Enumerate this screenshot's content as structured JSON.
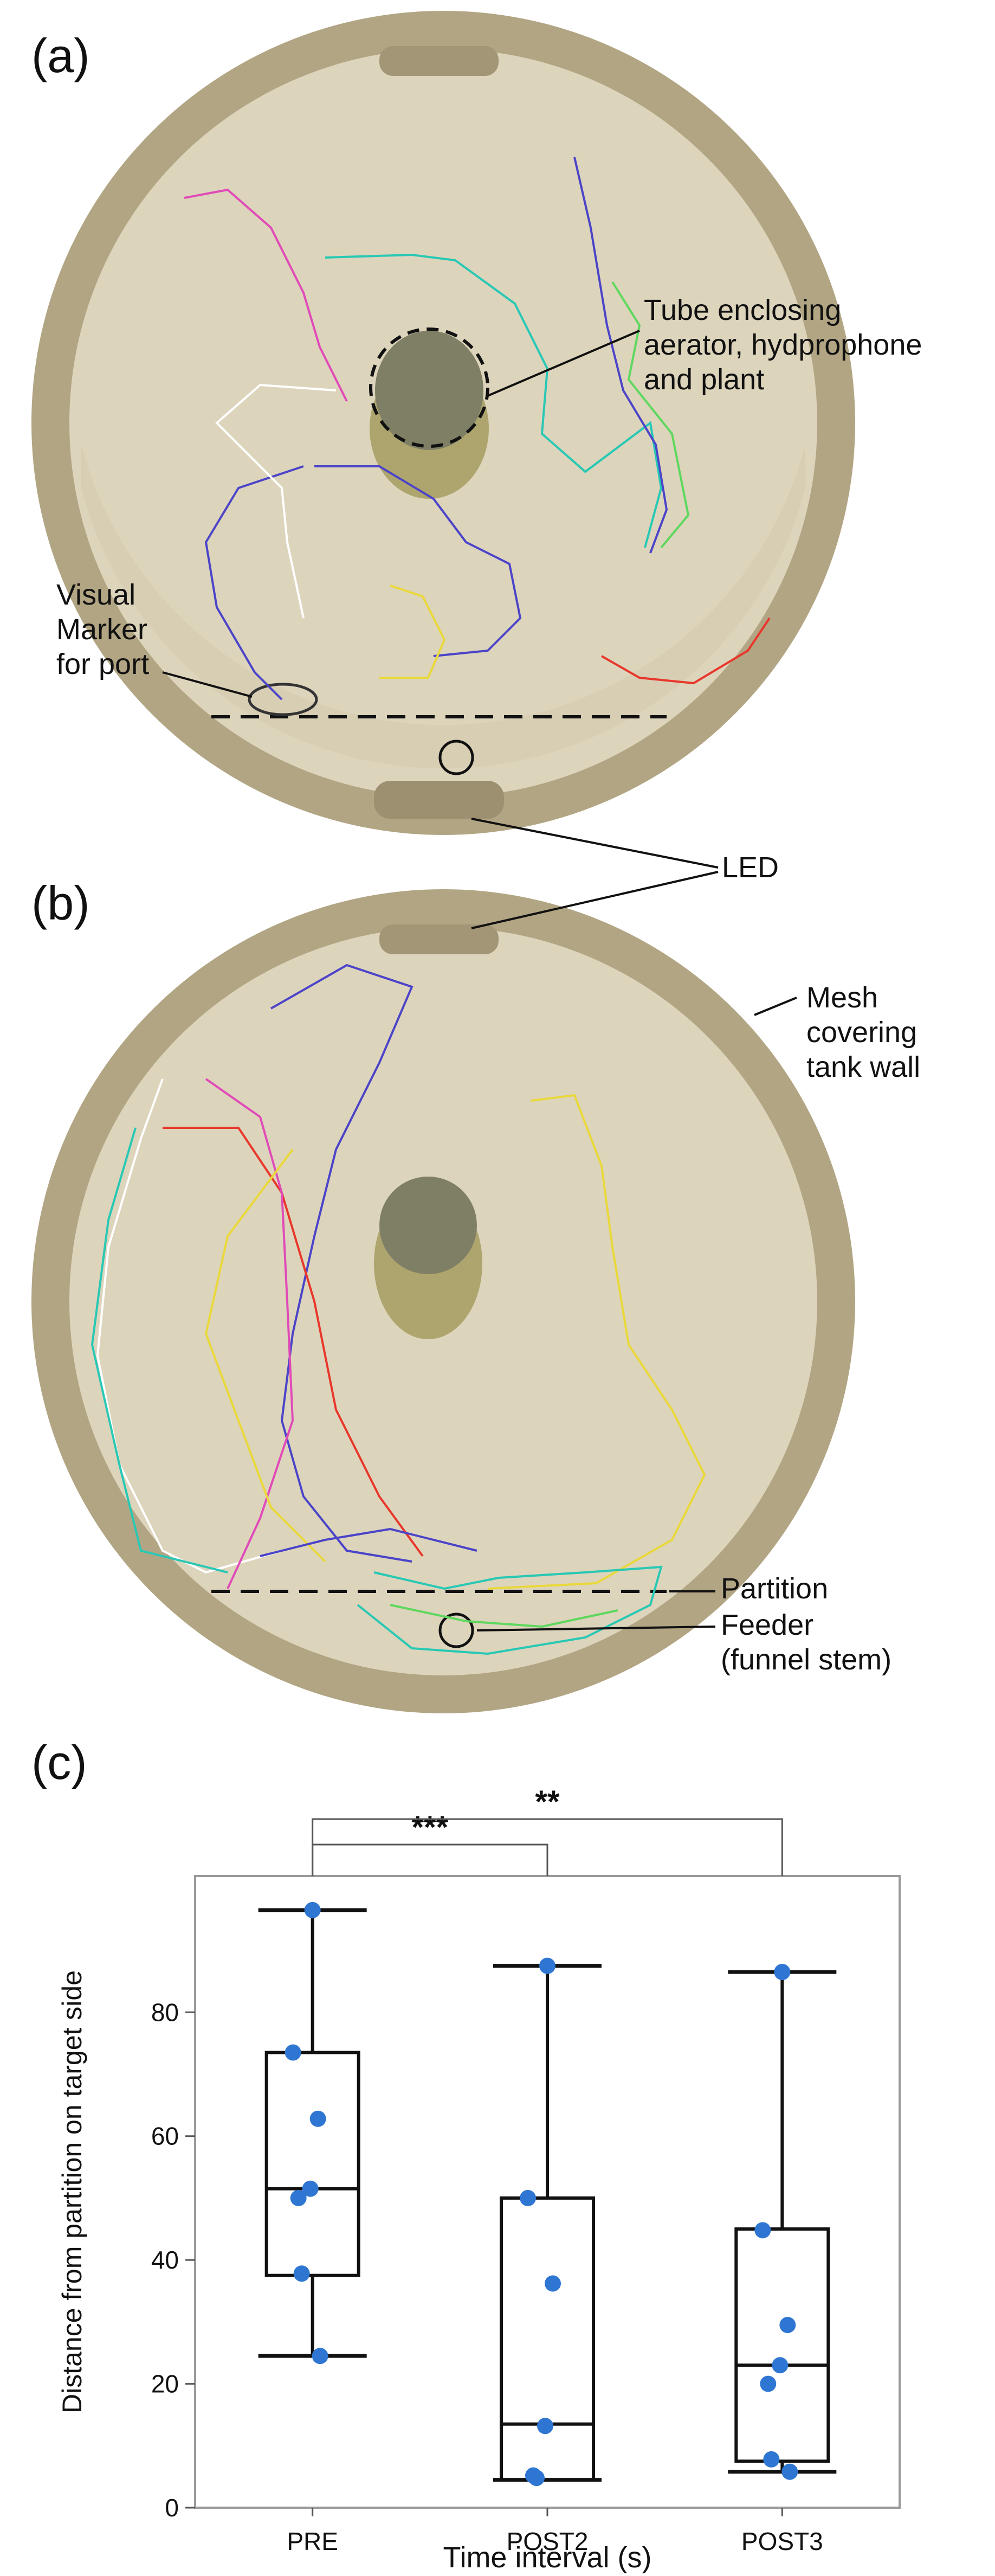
{
  "panels": {
    "a": {
      "letter": "(a)"
    },
    "b": {
      "letter": "(b)"
    },
    "c": {
      "letter": "(c)"
    }
  },
  "annotations": {
    "tube": [
      "Tube enclosing",
      "aerator, hydprophone",
      "and plant"
    ],
    "visual_marker": [
      "Visual",
      "Marker",
      "for port"
    ],
    "led": "LED",
    "mesh": [
      "Mesh",
      "covering",
      "tank wall"
    ],
    "partition": "Partition",
    "feeder": [
      "Feeder",
      "(funnel stem)"
    ]
  },
  "colors": {
    "tank_rim": "#b2a583",
    "tank_floor": "#ddd4bc",
    "tank_inner": "#c9bd9d",
    "box_stroke": "#111111",
    "point": "#2f76d2",
    "plot_frame": "#9a9a9a"
  },
  "chart_data": {
    "type": "box",
    "xlabel": "Time interval (s)",
    "ylabel": "Distance from partition on target side",
    "categories": [
      "PRE",
      "POST2",
      "POST3"
    ],
    "ylim": [
      0,
      102
    ],
    "yticks": [
      0,
      20,
      40,
      60,
      80
    ],
    "boxes": [
      {
        "category": "PRE",
        "min": 24.5,
        "q1": 37.5,
        "median": 51.5,
        "q3": 73.5,
        "max": 96.5,
        "points": [
          96.5,
          73.5,
          62.8,
          51.5,
          50,
          37.8,
          24.5
        ]
      },
      {
        "category": "POST2",
        "min": 4.5,
        "q1": 4.5,
        "median": 13.5,
        "q3": 50,
        "max": 87.5,
        "points": [
          87.5,
          50,
          36.2,
          13.2,
          5.2,
          4.8
        ]
      },
      {
        "category": "POST3",
        "min": 5.8,
        "q1": 7.5,
        "median": 23,
        "q3": 45,
        "max": 86.5,
        "points": [
          86.5,
          44.8,
          29.5,
          23,
          20,
          7.8,
          5.8
        ]
      }
    ],
    "significance": [
      {
        "from": "PRE",
        "to": "POST2",
        "label": "***"
      },
      {
        "from": "PRE",
        "to": "POST3",
        "label": "**"
      }
    ]
  }
}
